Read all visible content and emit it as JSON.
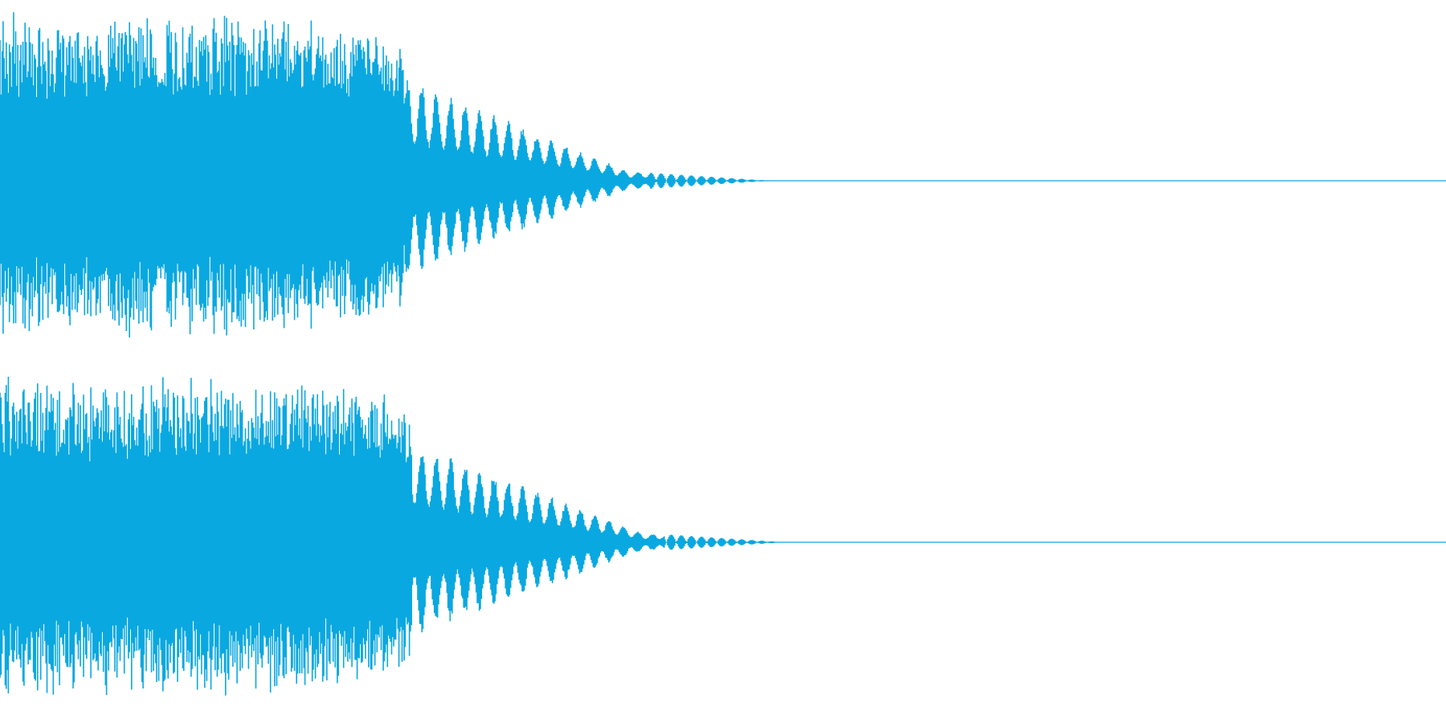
{
  "waveform": {
    "color": "#0AA8E0",
    "channels": [
      {
        "id": "channel-1",
        "decay_position": 0.45,
        "peak_level": 0.97
      },
      {
        "id": "channel-2",
        "decay_position": 0.46,
        "peak_level": 0.95
      }
    ]
  }
}
